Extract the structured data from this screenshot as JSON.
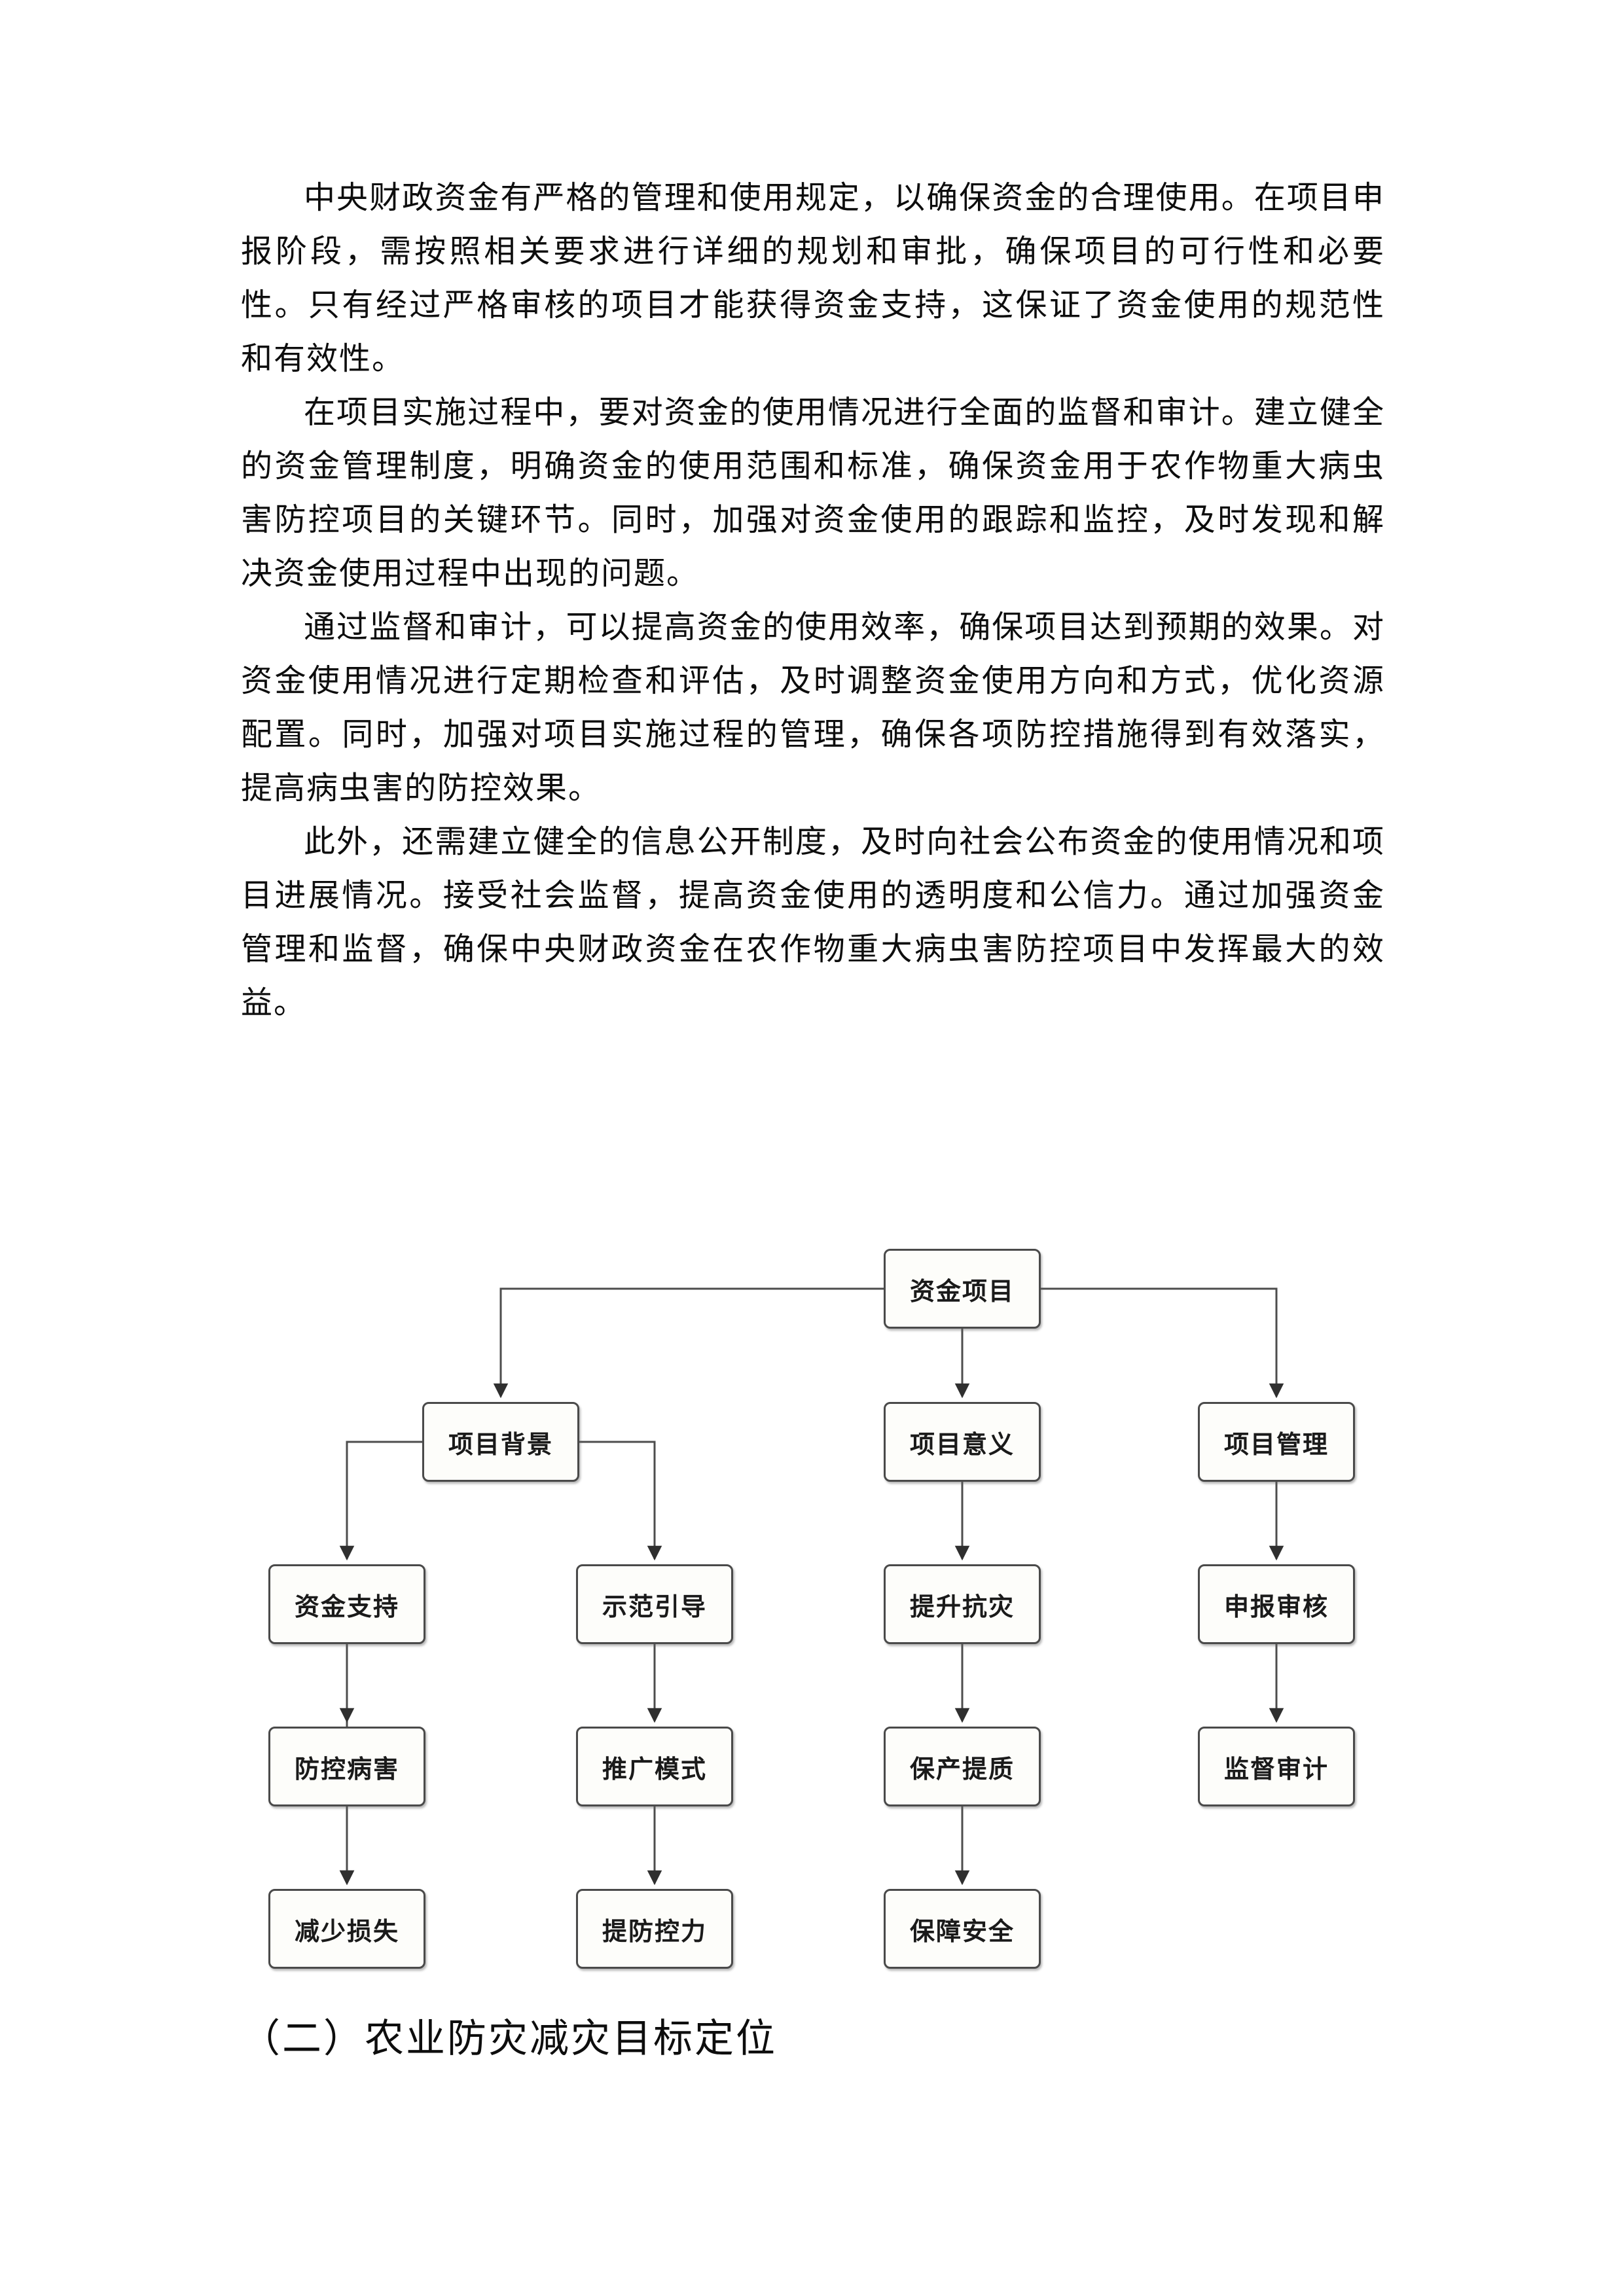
{
  "document": {
    "paragraphs": [
      "中央财政资金有严格的管理和使用规定，以确保资金的合理使用。在项目申报阶段，需按照相关要求进行详细的规划和审批，确保项目的可行性和必要性。只有经过严格审核的项目才能获得资金支持，这保证了资金使用的规范性和有效性。",
      "在项目实施过程中，要对资金的使用情况进行全面的监督和审计。建立健全的资金管理制度，明确资金的使用范围和标准，确保资金用于农作物重大病虫害防控项目的关键环节。同时，加强对资金使用的跟踪和监控，及时发现和解决资金使用过程中出现的问题。",
      "通过监督和审计，可以提高资金的使用效率，确保项目达到预期的效果。对资金使用情况进行定期检查和评估，及时调整资金使用方向和方式，优化资源配置。同时，加强对项目实施过程的管理，确保各项防控措施得到有效落实，提高病虫害的防控效果。",
      "此外，还需建立健全的信息公开制度，及时向社会公布资金的使用情况和项目进展情况。接受社会监督，提高资金使用的透明度和公信力。通过加强资金管理和监督，确保中央财政资金在农作物重大病虫害防控项目中发挥最大的效益。"
    ],
    "heading": "（二）农业防灾减灾目标定位"
  },
  "diagram": {
    "nodes": [
      {
        "id": "fund-project",
        "label": "资金项目"
      },
      {
        "id": "project-background",
        "label": "项目背景"
      },
      {
        "id": "project-significance",
        "label": "项目意义"
      },
      {
        "id": "project-management",
        "label": "项目管理"
      },
      {
        "id": "fund-support",
        "label": "资金支持"
      },
      {
        "id": "demonstration-guidance",
        "label": "示范引导"
      },
      {
        "id": "improve-disaster-resistance",
        "label": "提升抗灾"
      },
      {
        "id": "application-review",
        "label": "申报审核"
      },
      {
        "id": "disease-control",
        "label": "防控病害"
      },
      {
        "id": "promotion-model",
        "label": "推广模式"
      },
      {
        "id": "production-quality",
        "label": "保产提质"
      },
      {
        "id": "supervision-audit",
        "label": "监督审计"
      },
      {
        "id": "reduce-losses",
        "label": "减少损失"
      },
      {
        "id": "prevention-capacity",
        "label": "提防控力"
      },
      {
        "id": "safety-guarantee",
        "label": "保障安全"
      }
    ],
    "edges": [
      {
        "from": "资金项目",
        "to": "项目背景"
      },
      {
        "from": "资金项目",
        "to": "项目意义"
      },
      {
        "from": "资金项目",
        "to": "项目管理"
      },
      {
        "from": "项目背景",
        "to": "资金支持"
      },
      {
        "from": "项目背景",
        "to": "示范引导"
      },
      {
        "from": "资金支持",
        "to": "防控病害"
      },
      {
        "from": "防控病害",
        "to": "减少损失"
      },
      {
        "from": "示范引导",
        "to": "推广模式"
      },
      {
        "from": "推广模式",
        "to": "提防控力"
      },
      {
        "from": "项目意义",
        "to": "提升抗灾"
      },
      {
        "from": "提升抗灾",
        "to": "保产提质"
      },
      {
        "from": "保产提质",
        "to": "保障安全"
      },
      {
        "from": "项目管理",
        "to": "申报审核"
      },
      {
        "from": "申报审核",
        "to": "监督审计"
      }
    ]
  },
  "colors": {
    "page_background": "#ffffff",
    "box_border": "#4a4a4a",
    "box_fill": "#fdfdfa",
    "connector": "#4d4d4d",
    "text": "#0d0d0d"
  }
}
